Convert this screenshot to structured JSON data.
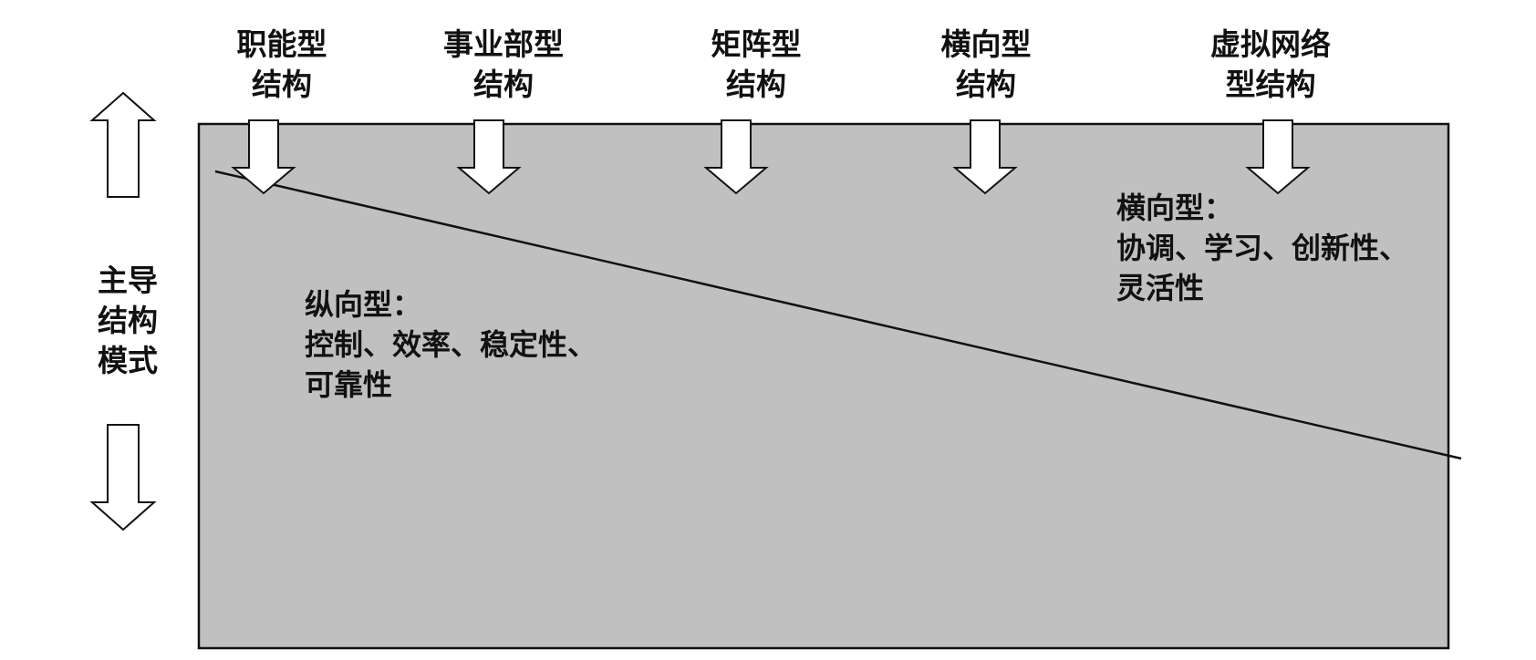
{
  "structures": [
    {
      "line1": "职能型",
      "line2": "结构"
    },
    {
      "line1": "事业部型",
      "line2": "结构"
    },
    {
      "line1": "矩阵型",
      "line2": "结构"
    },
    {
      "line1": "横向型",
      "line2": "结构"
    },
    {
      "line1": "虚拟网络",
      "line2": "型结构"
    }
  ],
  "side_axis": {
    "line1": "主导",
    "line2": "结构",
    "line3": "模式"
  },
  "vertical_region": {
    "title": "纵向型：",
    "line1": "控制、效率、稳定性、",
    "line2": "可靠性"
  },
  "horizontal_region": {
    "title": "横向型：",
    "line1": "协调、学习、创新性、",
    "line2": "灵活性"
  },
  "colors": {
    "panel_fill": "#c0c0c0",
    "stroke": "#111111",
    "arrow_fill": "#ffffff"
  }
}
